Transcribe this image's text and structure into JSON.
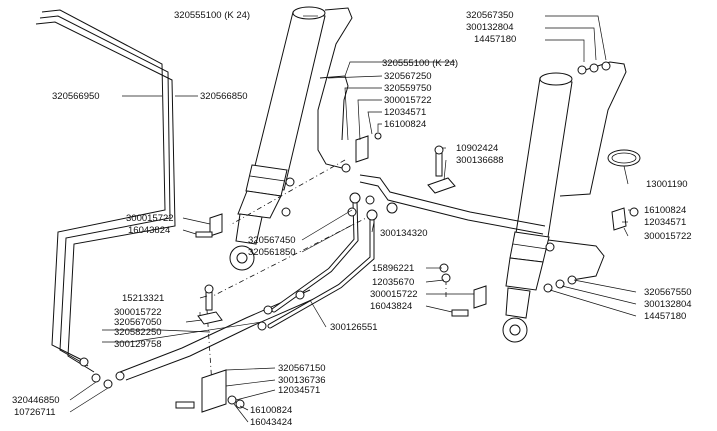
{
  "labels": {
    "p320555100a": "320555100 (K 24)",
    "p320567350": "320567350",
    "p300132804a": "300132804",
    "p14457180a": "14457180",
    "p320555100b": "320555100 (K 24)",
    "p320567250": "320567250",
    "p320559750": "320559750",
    "p300015722a": "300015722",
    "p12034571a": "12034571",
    "p16100824a": "16100824",
    "p320566950": "320566950",
    "p320566850": "320566850",
    "p10902424": "10902424",
    "p300136688": "300136688",
    "p13001190": "13001190",
    "p300015722b": "300015722",
    "p16043824a": "16043824",
    "p16100824b": "16100824",
    "p12034571b": "12034571",
    "p300015722c": "300015722",
    "p320567450": "320567450",
    "p320561850": "320561850",
    "p300134320": "300134320",
    "p15896221": "15896221",
    "p12035670": "12035670",
    "p300015722d": "300015722",
    "p16043824b": "16043824",
    "p320567550": "320567550",
    "p300132804b": "300132804",
    "p14457180b": "14457180",
    "p15213321": "15213321",
    "p300015722e": "300015722",
    "p320567050": "320567050",
    "p320582250": "320582250",
    "p300129758": "300129758",
    "p300126551": "300126551",
    "p320567150": "320567150",
    "p300136736": "300136736",
    "p12034571c": "12034571",
    "p320446850": "320446850",
    "p10726711": "10726711",
    "p16100824c": "16100824",
    "p16043424": "16043424"
  }
}
